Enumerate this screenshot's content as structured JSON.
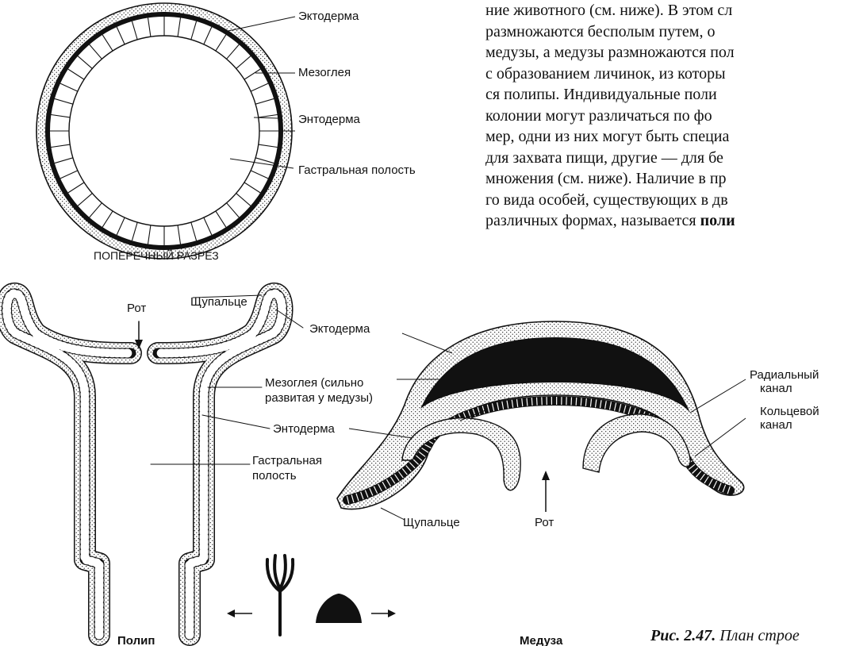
{
  "text_block": {
    "lines": [
      "ние животного (см. ниже). В этом сл",
      "размножаются бесполым путем, о",
      "медузы, а медузы размножаются пол",
      "с образованием личинок, из которы",
      "ся полипы. Индивидуальные поли",
      "колонии могут различаться по фо",
      "мер, одни из них могут быть специа",
      "для захвата пищи, другие — для бе",
      "множения (см. ниже). Наличие в пр",
      "го вида особей, существующих в дв"
    ],
    "last_line_plain": "различных формах, называется ",
    "last_line_bold": "поли"
  },
  "cross_section": {
    "labels": {
      "ectoderm": "Эктодерма",
      "mesoglea": "Мезоглея",
      "endoderm": "Энтодерма",
      "cavity": "Гастральная полость"
    },
    "caption": "ПОПЕРЕЧНЫЙ РАЗРЕЗ"
  },
  "polyp": {
    "labels": {
      "tentacle": "Щупальце",
      "mouth": "Рот",
      "ectoderm": "Эктодерма",
      "mesoglea_line1": "Мезоглея (сильно",
      "mesoglea_line2": "развитая у медузы)",
      "endoderm": "Энтодерма",
      "cavity_line1": "Гастральная",
      "cavity_line2": "полость"
    },
    "title": "Полип"
  },
  "medusa": {
    "labels": {
      "radial_line1": "Радиальный",
      "radial_line2": "канал",
      "ring_line1": "Кольцевой",
      "ring_line2": "канал",
      "tentacle": "Щупальце",
      "mouth": "Рот"
    },
    "title": "Медуза"
  },
  "figure_caption": {
    "number": "Рис. 2.47.",
    "text": "План строе"
  }
}
